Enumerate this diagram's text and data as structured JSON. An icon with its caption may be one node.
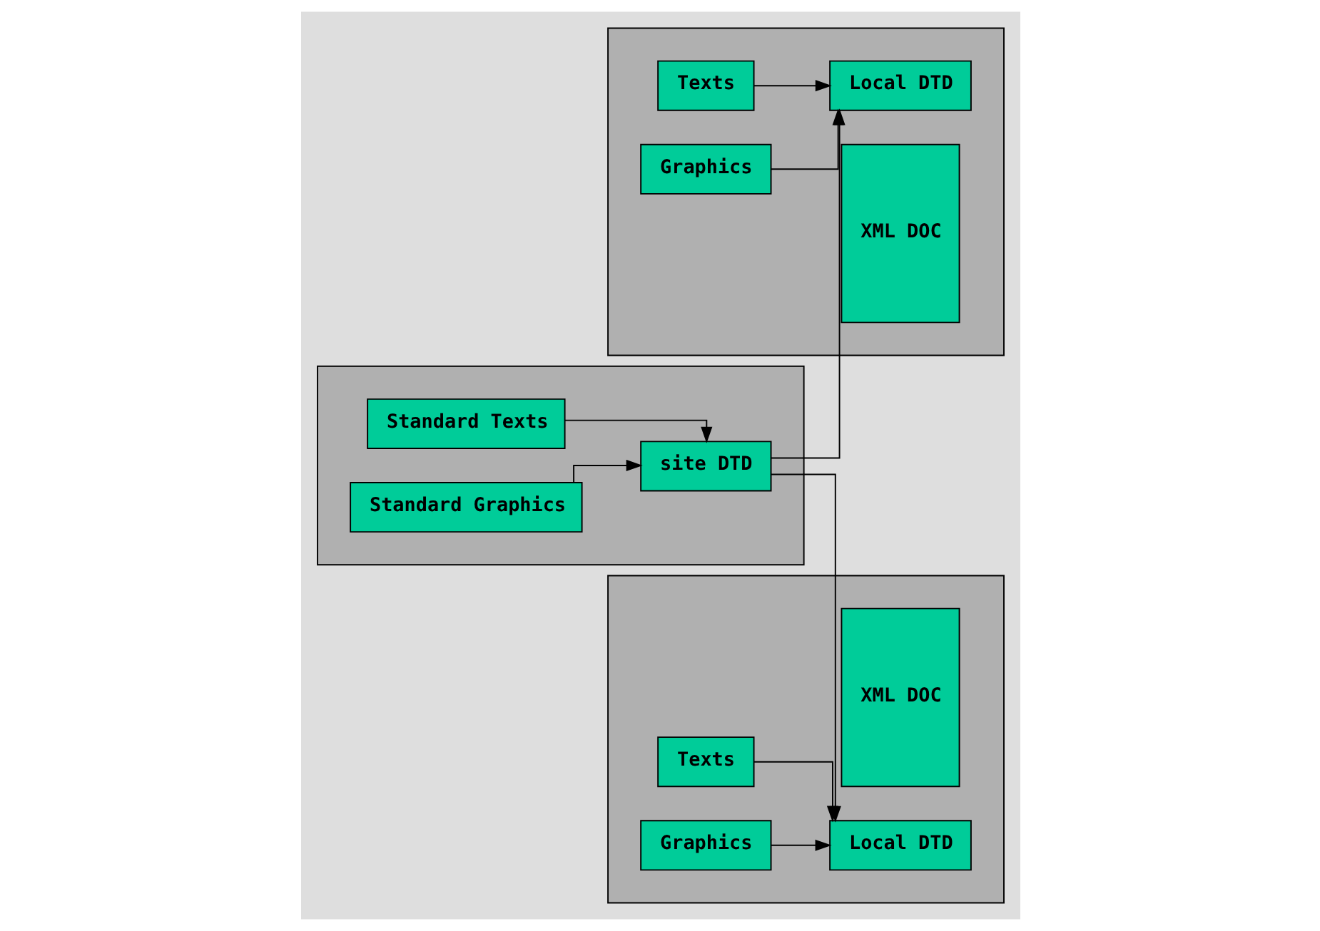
{
  "diagram": {
    "nodes": [
      {
        "text": [],
        "shape": "box"
      },
      {
        "text": [
          "Texts"
        ],
        "in": 0
      },
      {
        "text": [
          "Graphics"
        ],
        "in": 0
      },
      {
        "text": [
          "Local DTD"
        ],
        "in": 0
      },
      {
        "text": [
          "XML DOC"
        ],
        "in": 0
      },
      {
        "text": [],
        "shape": "box"
      },
      {
        "text": [
          "Local DTD"
        ],
        "in": 5
      },
      {
        "text": [
          "XML DOC"
        ],
        "in": 5
      },
      {
        "text": [
          "Texts"
        ],
        "in": 5
      },
      {
        "text": [
          "Graphics"
        ],
        "in": 5
      },
      {
        "text": [],
        "shape": "box"
      },
      {
        "text": [
          "Standard Texts"
        ],
        "in": 10
      },
      {
        "text": [
          "site DTD"
        ],
        "in": 10
      },
      {
        "text": [
          "Standard Graphics"
        ],
        "in": 10
      }
    ],
    "edges": [
      {
        "from": 1,
        "to": 3,
        "arrow": "to"
      },
      {
        "from": 2,
        "to": 3,
        "arrow": "to"
      },
      {
        "from": 12,
        "to": 3,
        "arrow": "to"
      },
      {
        "from": 12,
        "to": 6,
        "arrow": "to"
      },
      {
        "from": 8,
        "to": 6,
        "arrow": "to"
      },
      {
        "from": 9,
        "to": 6,
        "arrow": "to"
      },
      {
        "from": 11,
        "to": 12,
        "arrow": "to"
      },
      {
        "from": 13,
        "to": 12,
        "arrow": "to"
      }
    ]
  }
}
